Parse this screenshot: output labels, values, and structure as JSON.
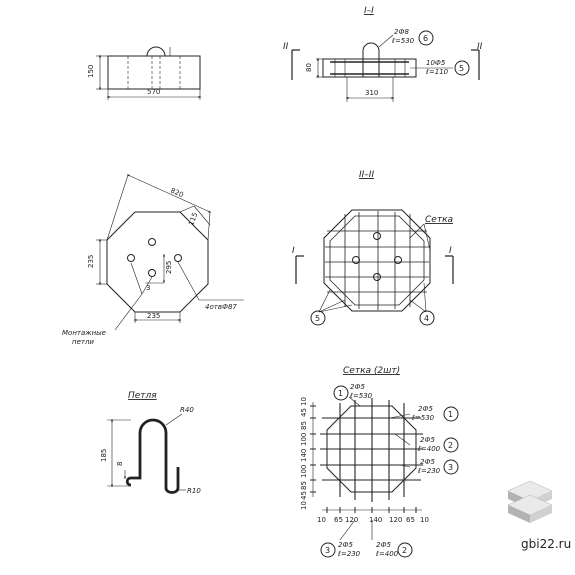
{
  "titles": {
    "section_1": "I–I",
    "section_2": "II–II",
    "mesh": "Сетка (2шт)",
    "loop": "Петля"
  },
  "block_side": {
    "dim_height": "150",
    "dim_length": "570"
  },
  "section_1": {
    "cut_mark": "II",
    "dim_height": "80",
    "dim_length": "310",
    "callout_6_text": "2Ф8",
    "callout_6_len": "ℓ=530",
    "callout_6_num": "6",
    "callout_5_text": "10Ф5",
    "callout_5_len": "ℓ=110",
    "callout_5_num": "5"
  },
  "plan": {
    "dim_diag": "820",
    "dim_corner": "115",
    "dim_side": "235",
    "dim_bottom": "235",
    "dim_inner": "295",
    "holes_label": "4отвФ87",
    "loops_label_1": "Монтажные",
    "loops_label_2": "петли",
    "small_mark": "3"
  },
  "section_2": {
    "cut_mark": "I",
    "mesh_label": "Сетка",
    "num_left": "5",
    "num_right": "4"
  },
  "loop": {
    "r_top": "R40",
    "r_bottom": "R10",
    "dim_height": "185",
    "dim_small": "8"
  },
  "mesh": {
    "top_num": "1",
    "top_text": "2Ф5",
    "top_len": "ℓ=530",
    "right_callouts": [
      {
        "num": "1",
        "text": "2Ф5",
        "len": "ℓ=530"
      },
      {
        "num": "2",
        "text": "2Ф5",
        "len": "ℓ=400"
      },
      {
        "num": "3",
        "text": "2Ф5",
        "len": "ℓ=230"
      }
    ],
    "bottom_callouts": [
      {
        "num": "3",
        "text": "2Ф5",
        "len": "ℓ=230"
      },
      {
        "num": "2",
        "text": "2Ф5",
        "len": "ℓ=400"
      }
    ],
    "left_dims": [
      "10",
      "45",
      "85",
      "100",
      "140",
      "100",
      "85",
      "45",
      "10"
    ],
    "bottom_dims": [
      "10",
      "65",
      "120",
      "140",
      "120",
      "65",
      "10"
    ]
  },
  "watermark": {
    "text": "gbi22.ru"
  }
}
